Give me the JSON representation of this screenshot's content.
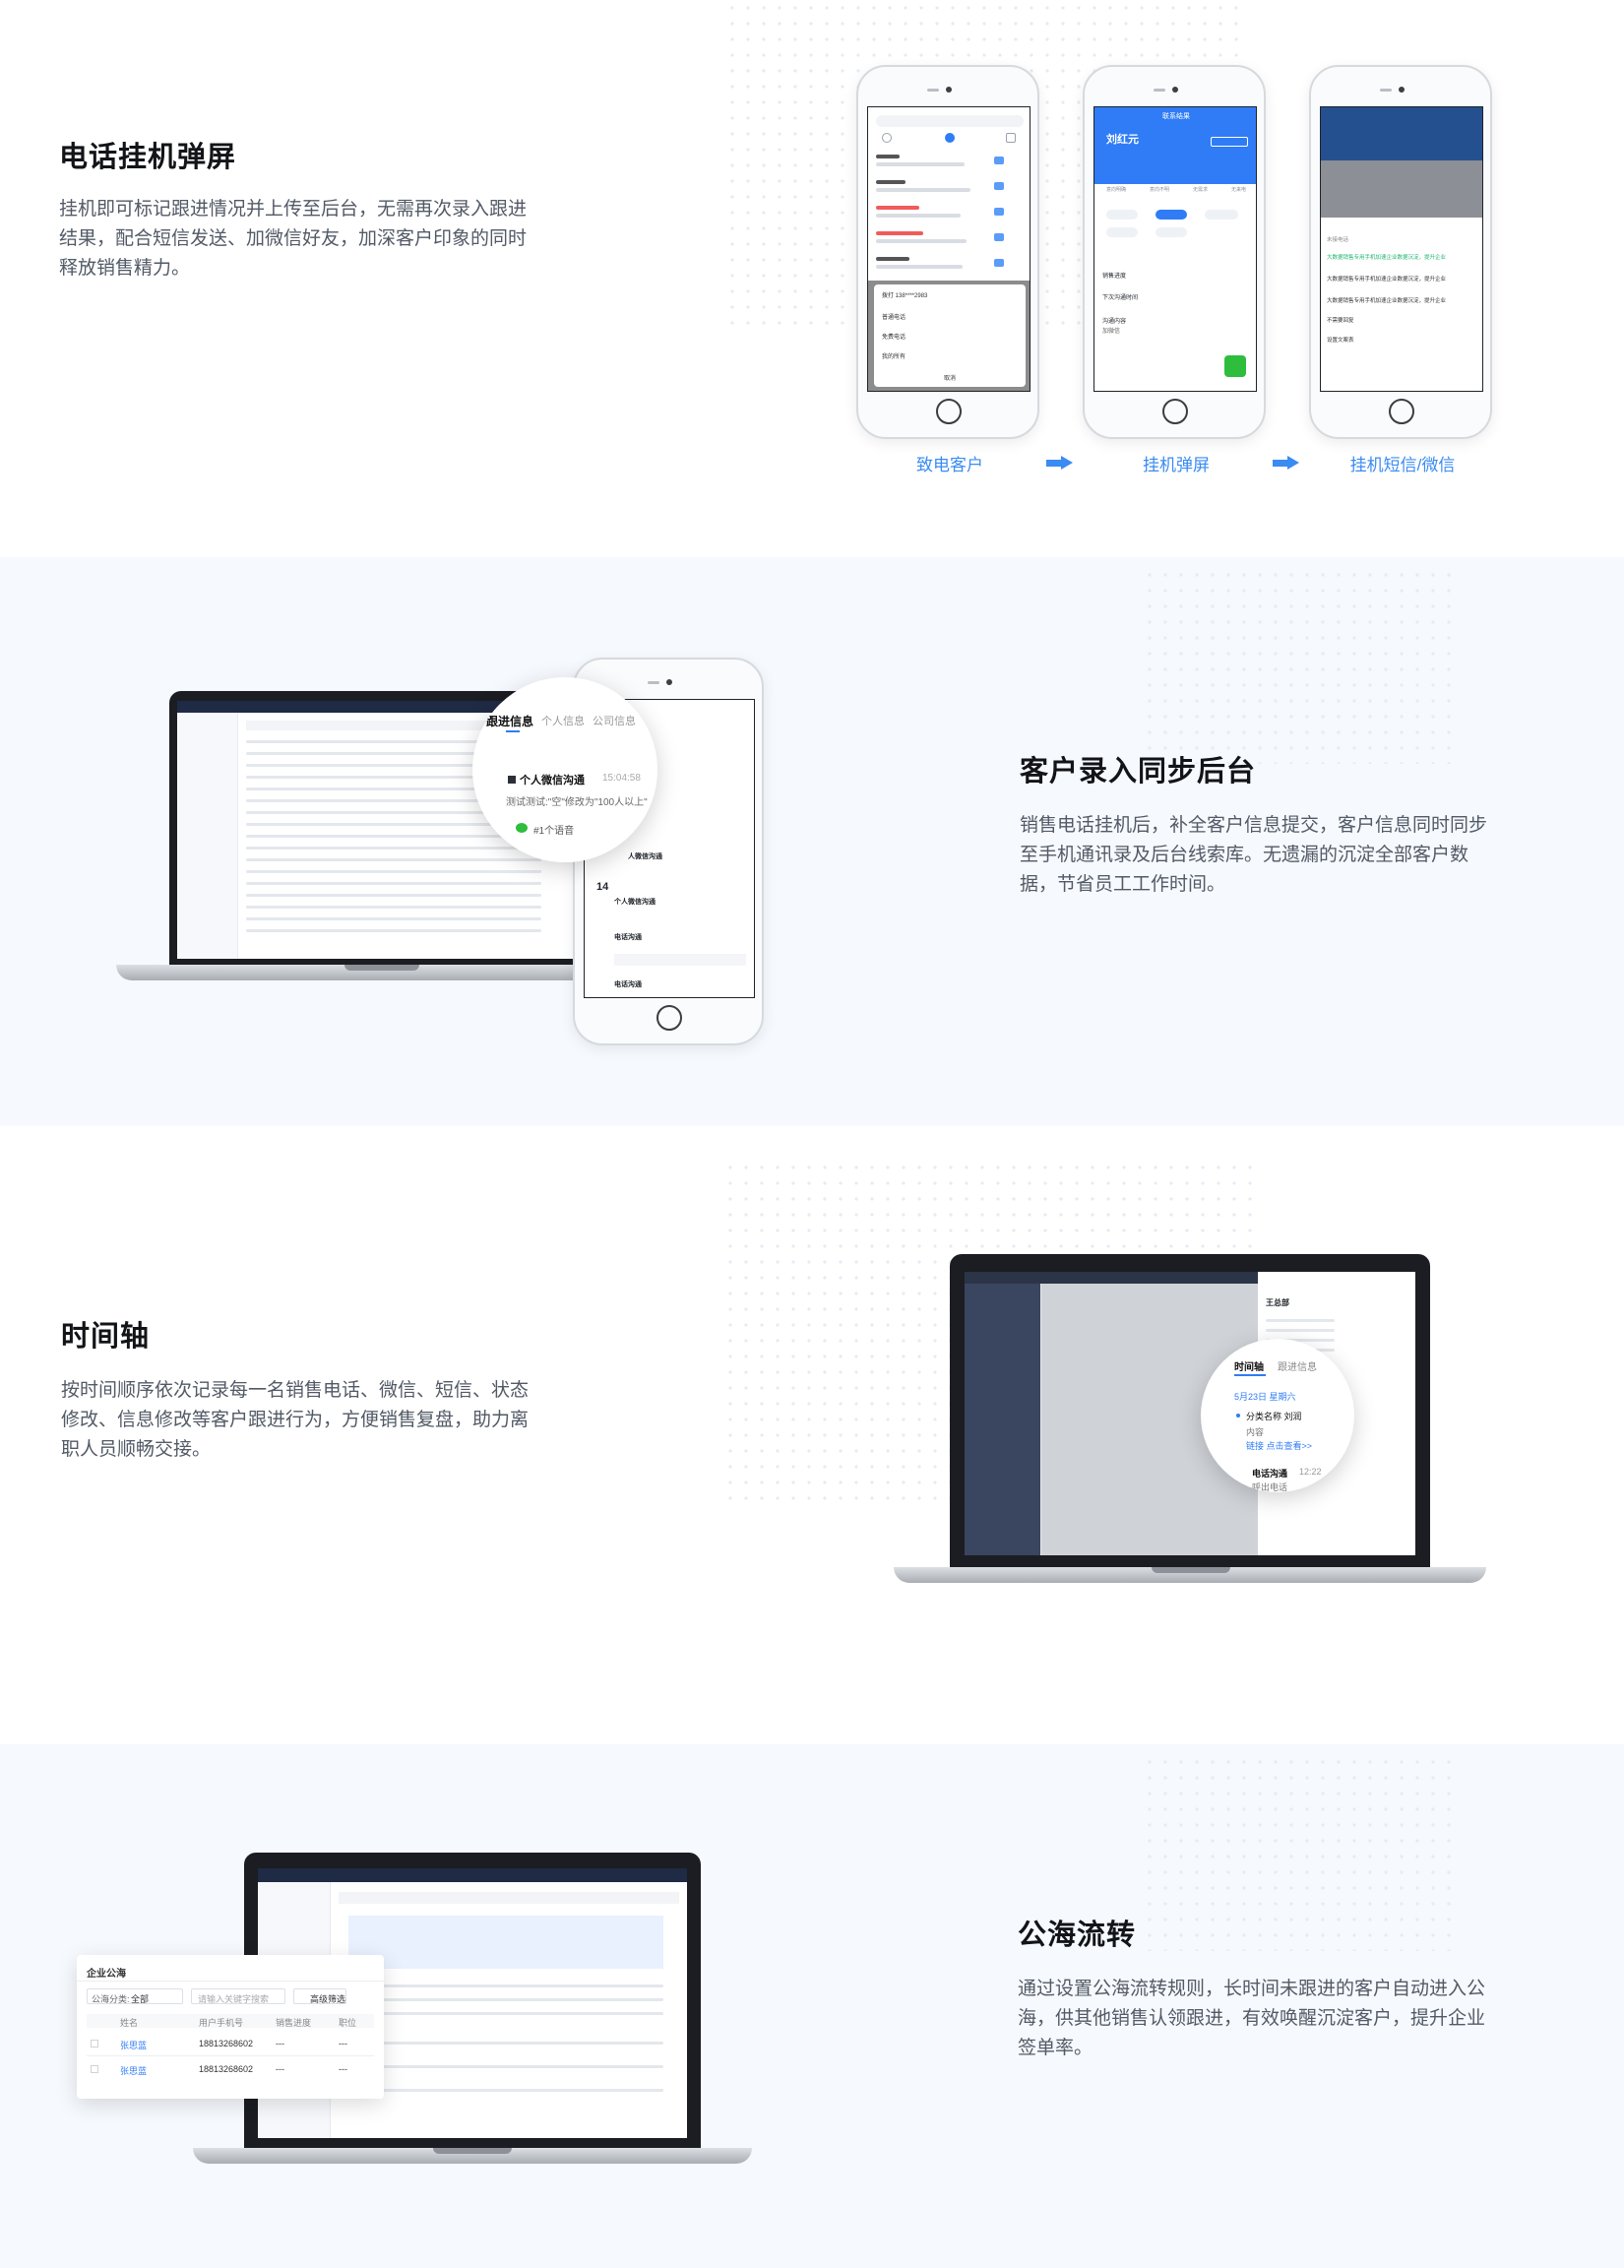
{
  "sections": [
    {
      "title": "电话挂机弹屏",
      "desc_lines": [
        "挂机即可标记跟进情况并上传至后台，无需再次录入跟进",
        "结果，配合短信发送、加微信好友，加深客户印象的同时",
        "释放销售精力。"
      ],
      "captions": [
        "致电客户",
        "挂机弹屏",
        "挂机短信/微信"
      ],
      "phone2": {
        "header": "联系结果",
        "name": "刘红元",
        "tabs": [
          "意向明确",
          "意向不明",
          "无需求",
          "无来电"
        ],
        "labels": [
          "销售进度",
          "下次沟通时间",
          "沟通内容",
          "加微信"
        ]
      },
      "phone1": {
        "menu": [
          "拨打 138****2983",
          "普通电话",
          "免费电话",
          "我的所有",
          "取消"
        ]
      },
      "phone3": {
        "items": [
          "未接电话",
          "大数据销售专用手机加速企业数据沉淀，提升企业",
          "大数据销售专用手机加速企业数据沉淀，提升企业",
          "大数据销售专用手机加速企业数据沉淀，提升企业",
          "不需要回复",
          "设置文案表"
        ]
      }
    },
    {
      "title": "客户录入同步后台",
      "desc_lines": [
        "销售电话挂机后，补全客户信息提交，客户信息同时同步",
        "至手机通讯录及后台线索库。无遗漏的沉淀全部客户数",
        "据，节省员工工作时间。"
      ],
      "mag": {
        "tabs": [
          "跟进信息",
          "个人信息",
          "公司信息"
        ],
        "item_title": "个人微信沟通",
        "item_time": "15:04:58",
        "item_desc": "测试测试:\"空\"修改为\"100人以上\"",
        "item_tag": "#1个语音"
      },
      "phone_timeline": [
        "人微信沟通",
        "14",
        "个人微信沟通",
        "电话沟通",
        "电话沟通"
      ]
    },
    {
      "title": "时间轴",
      "desc_lines": [
        "按时间顺序依次记录每一名销售电话、微信、短信、状态",
        "修改、信息修改等客户跟进行为，方便销售复盘，助力离",
        "职人员顺畅交接。"
      ],
      "mag": {
        "tabs": [
          "时间轴",
          "跟进信息"
        ],
        "date": "5月23日 星期六",
        "entry1": "分类名称 刘润",
        "entry1_sub": "内容",
        "entry1_link": "链接 点击查看>>",
        "entry2": "电话沟通",
        "entry2_time": "12:22",
        "entry2_sub": "呼出电话"
      },
      "panel_name": "王总部"
    },
    {
      "title": "公海流转",
      "desc_lines": [
        "通过设置公海流转规则，长时间未跟进的客户自动进入公",
        "海，供其他销售认领跟进，有效唤醒沉淀客户，提升企业",
        "签单率。"
      ],
      "pool": {
        "title": "企业公海",
        "filter_label": "公海分类:",
        "filter_value": "全部",
        "search_placeholder": "请输入关键字搜索",
        "adv_filter": "高级筛选",
        "headers": [
          "姓名",
          "用户手机号",
          "销售进度",
          "职位"
        ],
        "rows": [
          {
            "name": "张思蓝",
            "phone": "18813268602",
            "progress": "---",
            "position": "---"
          },
          {
            "name": "张思蓝",
            "phone": "18813268602",
            "progress": "---",
            "position": "---"
          }
        ]
      }
    }
  ],
  "colors": {
    "accent": "#3a8bf2",
    "brand_blue": "#2f7cf6",
    "section_bg": "#f6f9fd"
  }
}
